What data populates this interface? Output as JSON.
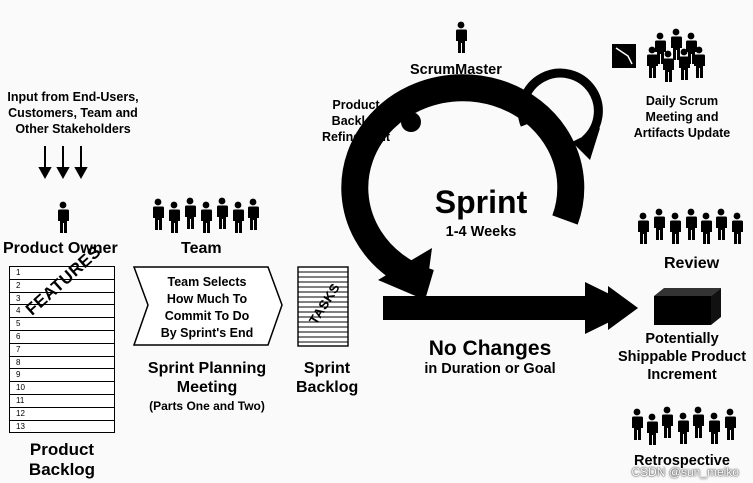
{
  "input": {
    "lines": [
      "Input from End-Users,",
      "Customers, Team and",
      "Other Stakeholders"
    ]
  },
  "product_owner": "Product Owner",
  "team": "Team",
  "product_backlog": {
    "label_lines": [
      "Product",
      "Backlog"
    ],
    "features": "FEATURES",
    "rows": [
      "1",
      "2",
      "3",
      "4",
      "5",
      "6",
      "7",
      "8",
      "9",
      "10",
      "11",
      "12",
      "13"
    ]
  },
  "team_selects": [
    "Team Selects",
    "How Much To",
    "Commit To Do",
    "By Sprint's End"
  ],
  "planning": {
    "lines": [
      "Sprint Planning",
      "Meeting"
    ],
    "sub": "(Parts One and Two)"
  },
  "sprint_backlog": {
    "lines": [
      "Sprint",
      "Backlog"
    ],
    "tasks": "TASKS"
  },
  "scrum_master": "ScrumMaster",
  "refinement": [
    "Product",
    "Backlog",
    "Refinement"
  ],
  "sprint": {
    "title": "Sprint",
    "duration": "1-4 Weeks"
  },
  "no_changes": {
    "title": "No Changes",
    "sub": "in Duration or Goal"
  },
  "daily": [
    "Daily Scrum",
    "Meeting and",
    "Artifacts Update"
  ],
  "review": "Review",
  "increment": [
    "Potentially",
    "Shippable Product",
    "Increment"
  ],
  "retrospective": "Retrospective",
  "watermark": "CSDN @sun_meiko"
}
